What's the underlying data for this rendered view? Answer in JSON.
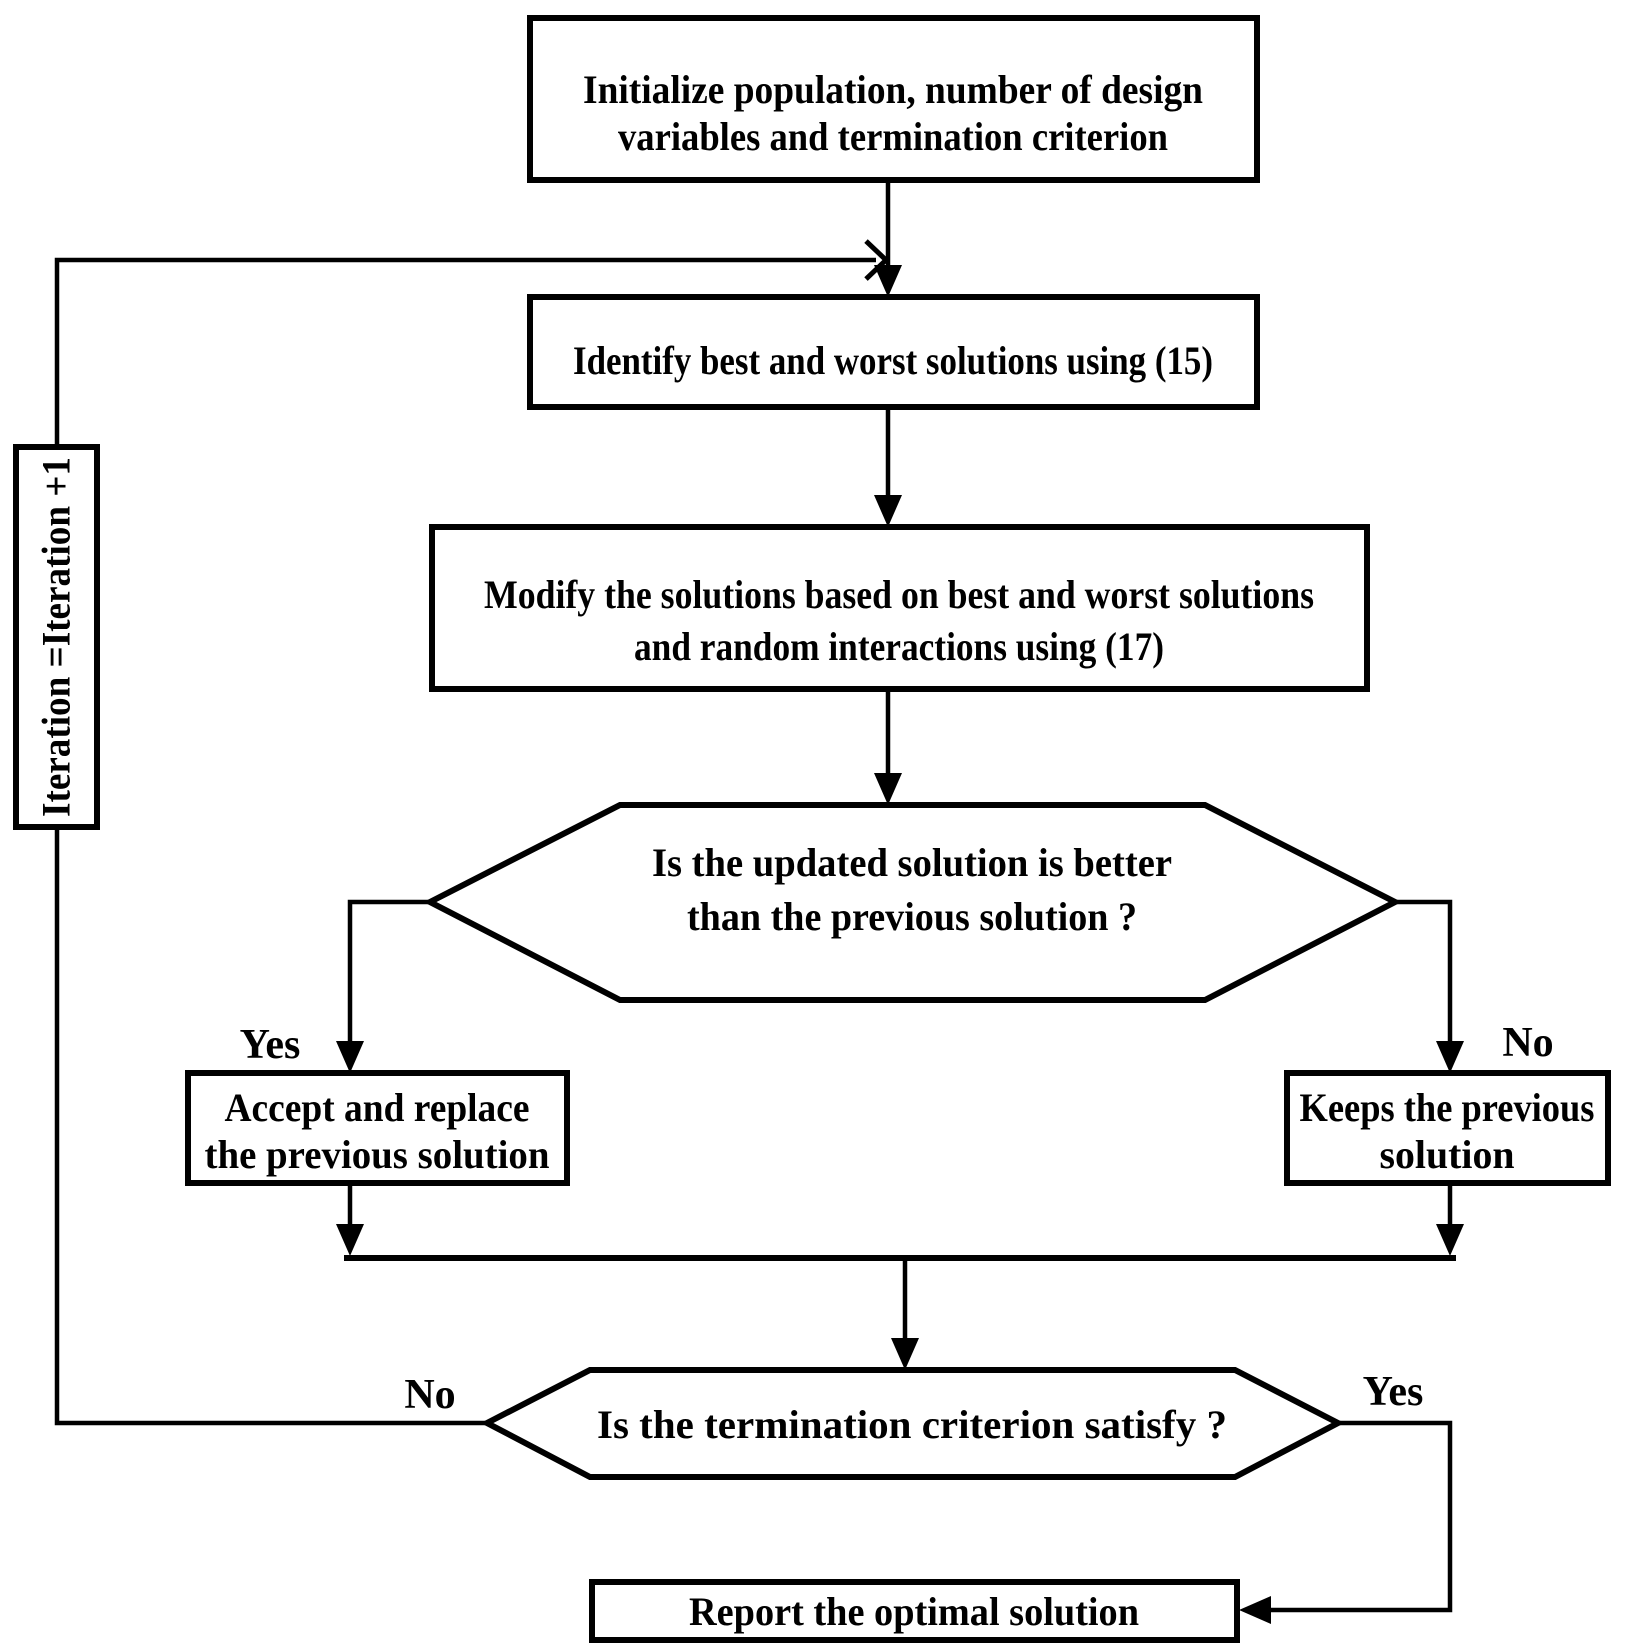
{
  "figure": {
    "type": "flowchart",
    "colors": {
      "ink": "#000000",
      "paper": "#ffffff"
    },
    "nodes": {
      "init": {
        "shape": "rect",
        "line1": "Initialize population, number of design",
        "line2": "variables and termination criterion"
      },
      "identify": {
        "shape": "rect",
        "label": "Identify best and worst solutions using (15)"
      },
      "modify": {
        "shape": "rect",
        "line1": "Modify the solutions based on best and worst solutions",
        "line2": "and random interactions using (17)"
      },
      "better": {
        "shape": "hexagon",
        "line1": "Is the updated solution is better",
        "line2": "than the previous solution ?"
      },
      "accept": {
        "shape": "rect",
        "line1": "Accept and replace",
        "line2": "the previous solution"
      },
      "keep": {
        "shape": "rect",
        "line1": "Keeps the previous",
        "line2": "solution"
      },
      "terminate": {
        "shape": "hexagon",
        "label": "Is the termination criterion satisfy ?"
      },
      "iteration": {
        "shape": "rect",
        "label": "Iteration =Iteration +1"
      },
      "report": {
        "shape": "rect",
        "label": "Report the optimal solution"
      }
    },
    "edge_labels": {
      "better_yes": "Yes",
      "better_no": "No",
      "terminate_no": "No",
      "terminate_yes": "Yes"
    }
  }
}
